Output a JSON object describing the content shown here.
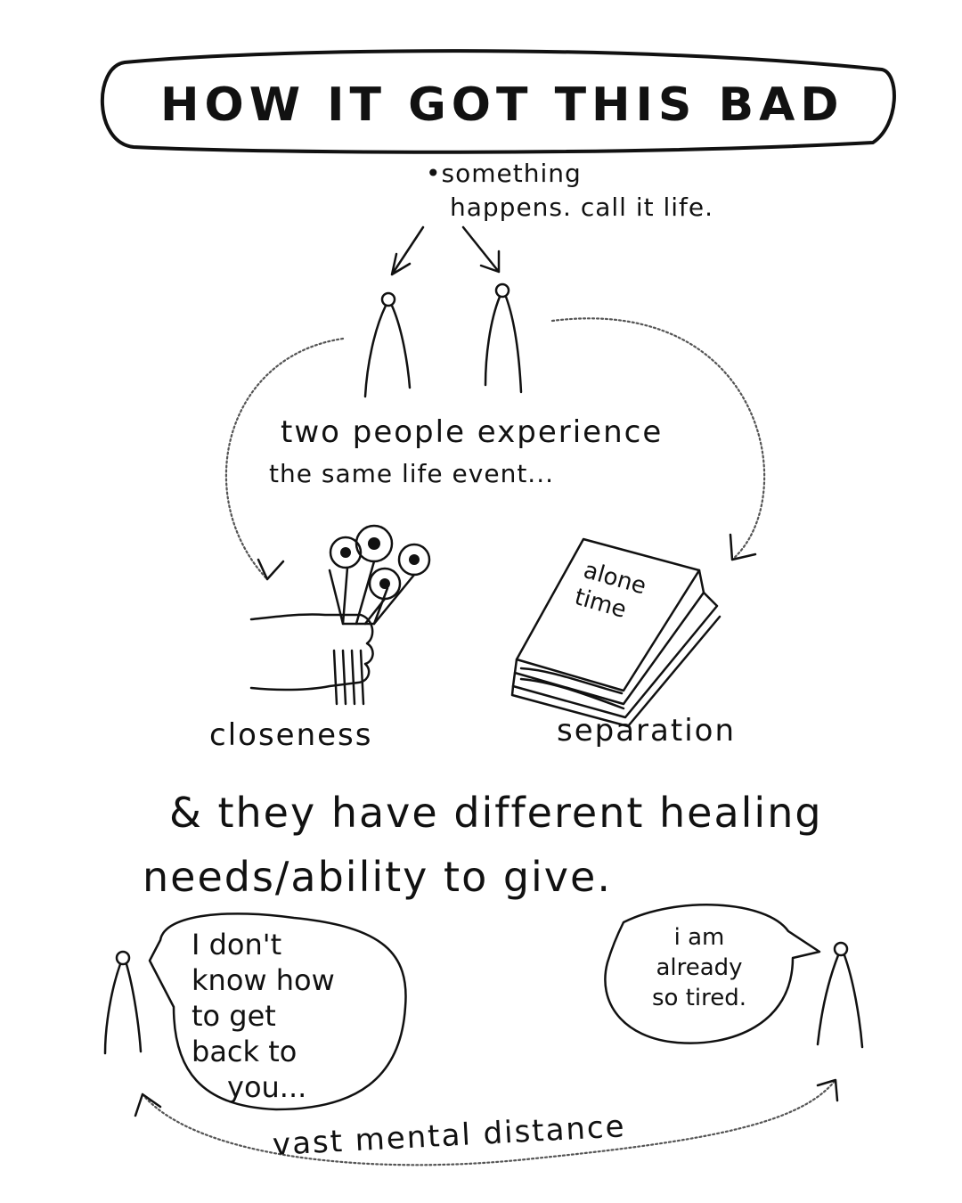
{
  "title": "HOW IT GOT THIS BAD",
  "intro": {
    "line1": "•something",
    "line2": "happens. call it life."
  },
  "event": {
    "line1": "two people experience",
    "line2": "the same life event..."
  },
  "book_title": {
    "line1": "alone",
    "line2": "time"
  },
  "outcomes": {
    "left": "closeness",
    "right": "separation"
  },
  "needs": {
    "line1": "& they have different healing",
    "line2": "needs/ability to give."
  },
  "bubbles": {
    "left": [
      "I don't",
      "know how",
      "to get",
      "back to",
      "you..."
    ],
    "right": [
      "i am",
      "already",
      "so tired."
    ]
  },
  "distance_label": "vast mental distance",
  "icons": [
    "person-icon",
    "flowers-icon",
    "book-icon",
    "arrow-icon"
  ],
  "colors": {
    "ink": "#111111",
    "paper": "#ffffff"
  }
}
